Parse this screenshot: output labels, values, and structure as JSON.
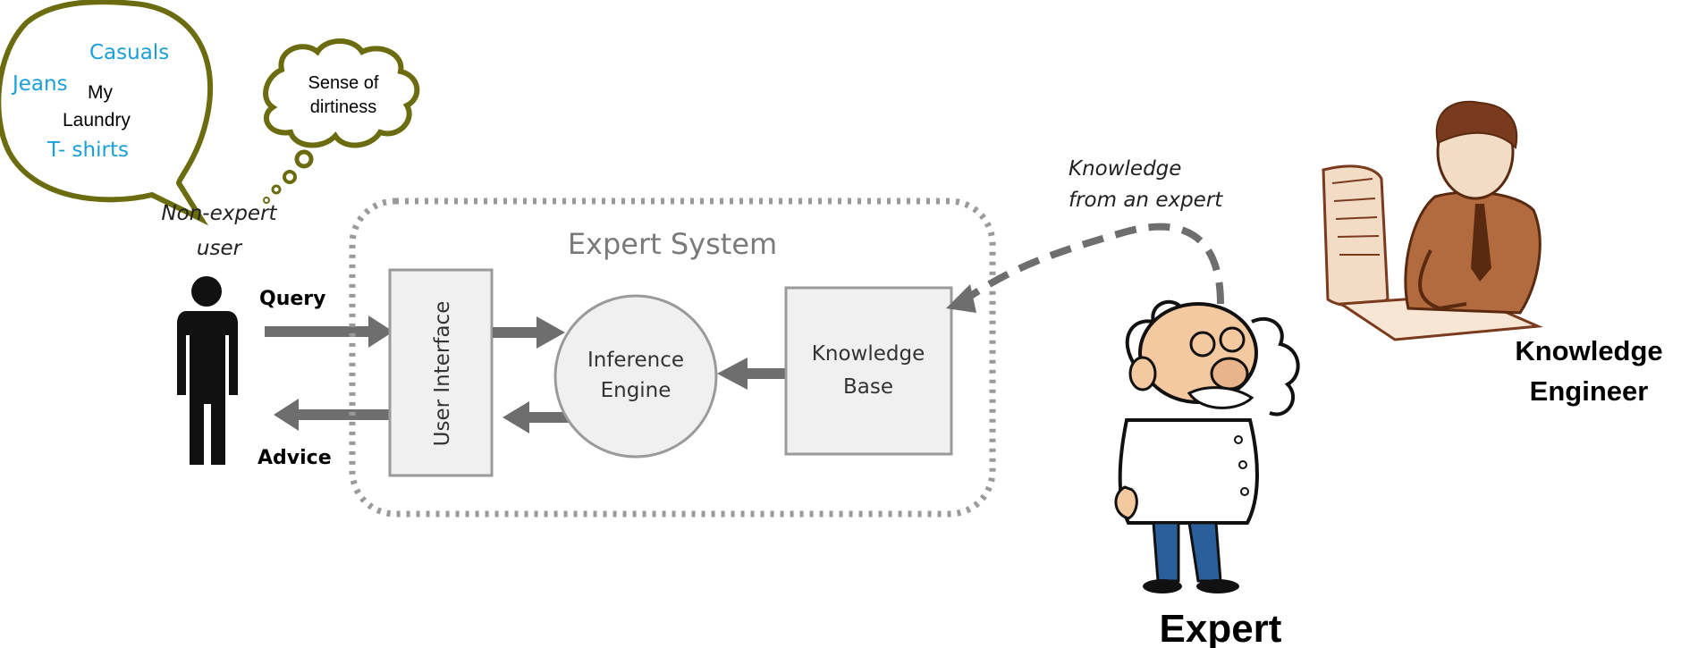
{
  "speech_bubble": {
    "casuals": "Casuals",
    "jeans": "Jeans",
    "my": "My",
    "laundry": "Laundry",
    "tshirts": "T- shirts",
    "accent_color": "#1aa0d8",
    "outline_color": "#6b6b0f"
  },
  "thought_cloud": {
    "line1": "Sense of",
    "line2": "dirtiness"
  },
  "user": {
    "line1": "Non-expert",
    "line2": "user"
  },
  "arrows": {
    "query": "Query",
    "advice": "Advice"
  },
  "expert_system": {
    "title": "Expert System",
    "user_interface": "User Interface",
    "inference_line1": "Inference",
    "inference_line2": "Engine",
    "kb_line1": "Knowledge",
    "kb_line2": "Base"
  },
  "knowledge_source": {
    "line1": "Knowledge",
    "line2": "from an expert"
  },
  "expert": {
    "label": "Expert"
  },
  "knowledge_engineer": {
    "line1": "Knowledge",
    "line2": "Engineer"
  },
  "icons": [
    "person-silhouette-icon",
    "expert-cartoon-icon",
    "knowledge-engineer-icon"
  ]
}
